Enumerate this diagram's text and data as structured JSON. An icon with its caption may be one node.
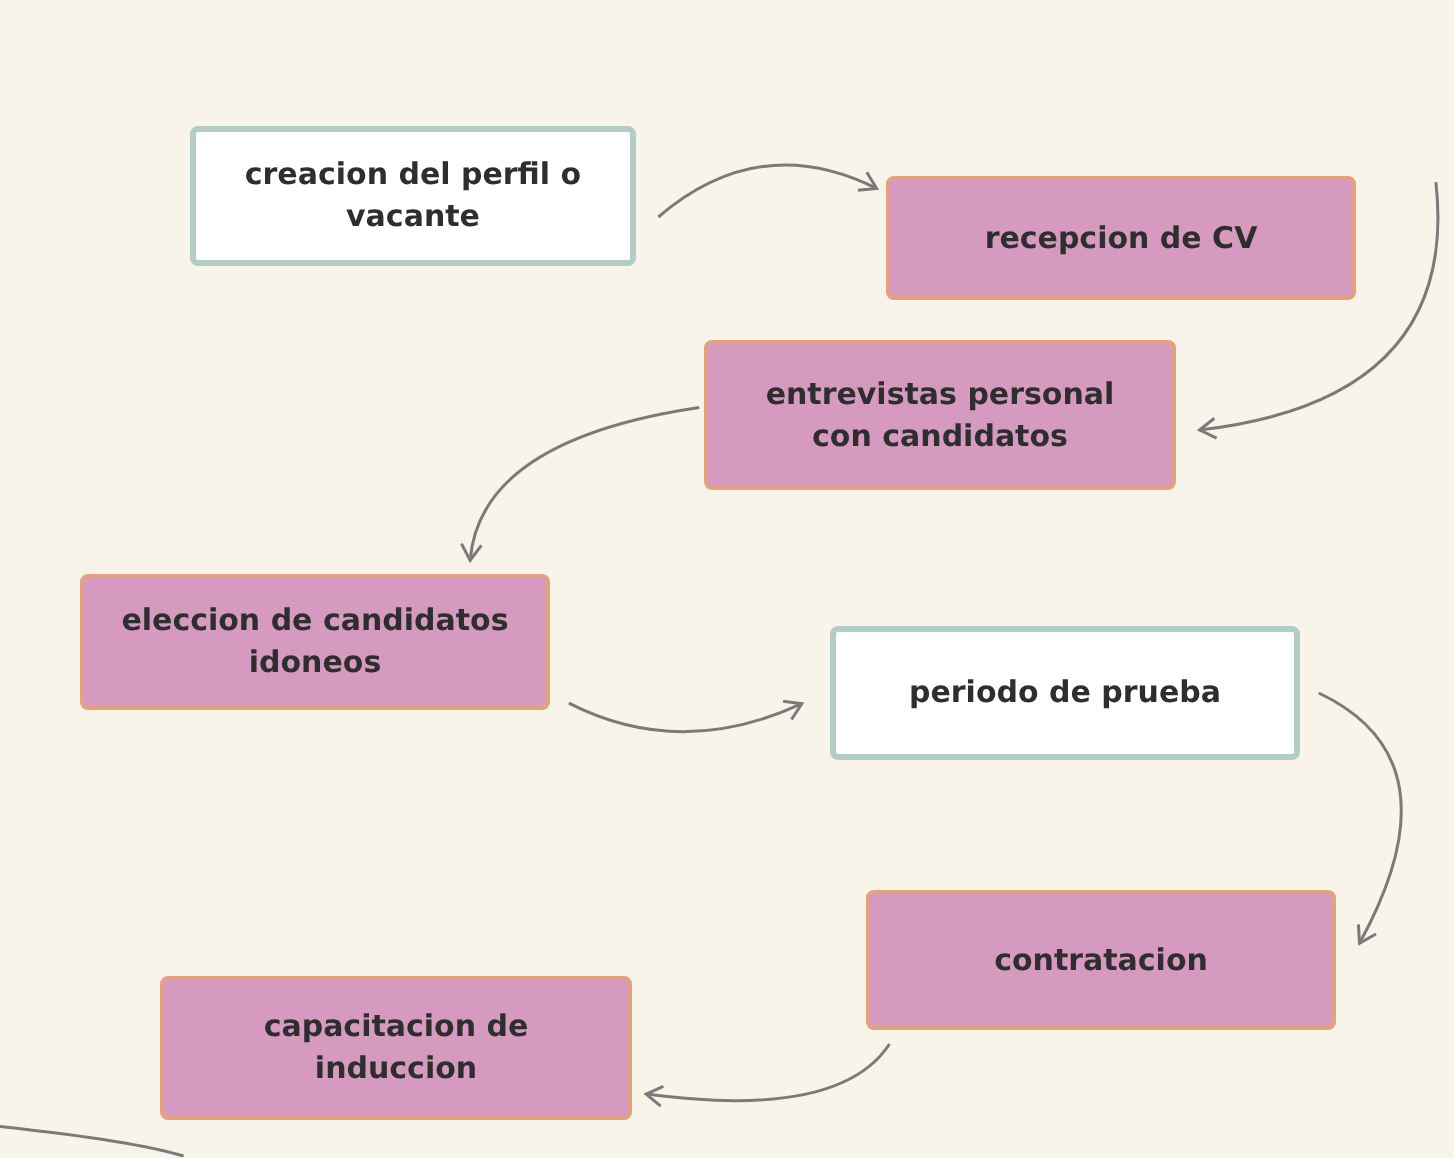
{
  "diagram": {
    "nodes": [
      {
        "text": [
          "creacion del perfil o vacante"
        ]
      },
      {
        "text": [
          "recepcion de CV"
        ]
      },
      {
        "text": [
          "entrevistas personal con candidatos"
        ]
      },
      {
        "text": [
          "eleccion de candidatos idoneos"
        ]
      },
      {
        "text": [
          "periodo de prueba"
        ]
      },
      {
        "text": [
          "contratacion"
        ]
      },
      {
        "text": [
          "capacitacion de induccion"
        ]
      }
    ],
    "edges": [
      {
        "from": 0,
        "to": 1,
        "arrow": "to"
      },
      {
        "from": 1,
        "to": 2,
        "arrow": "to"
      },
      {
        "from": 2,
        "to": 3,
        "arrow": "to"
      },
      {
        "from": 3,
        "to": 4,
        "arrow": "to"
      },
      {
        "from": 4,
        "to": 5,
        "arrow": "to"
      },
      {
        "from": 5,
        "to": 6,
        "arrow": "to"
      },
      {
        "from": 6,
        "to": null,
        "arrow": "none"
      }
    ]
  }
}
